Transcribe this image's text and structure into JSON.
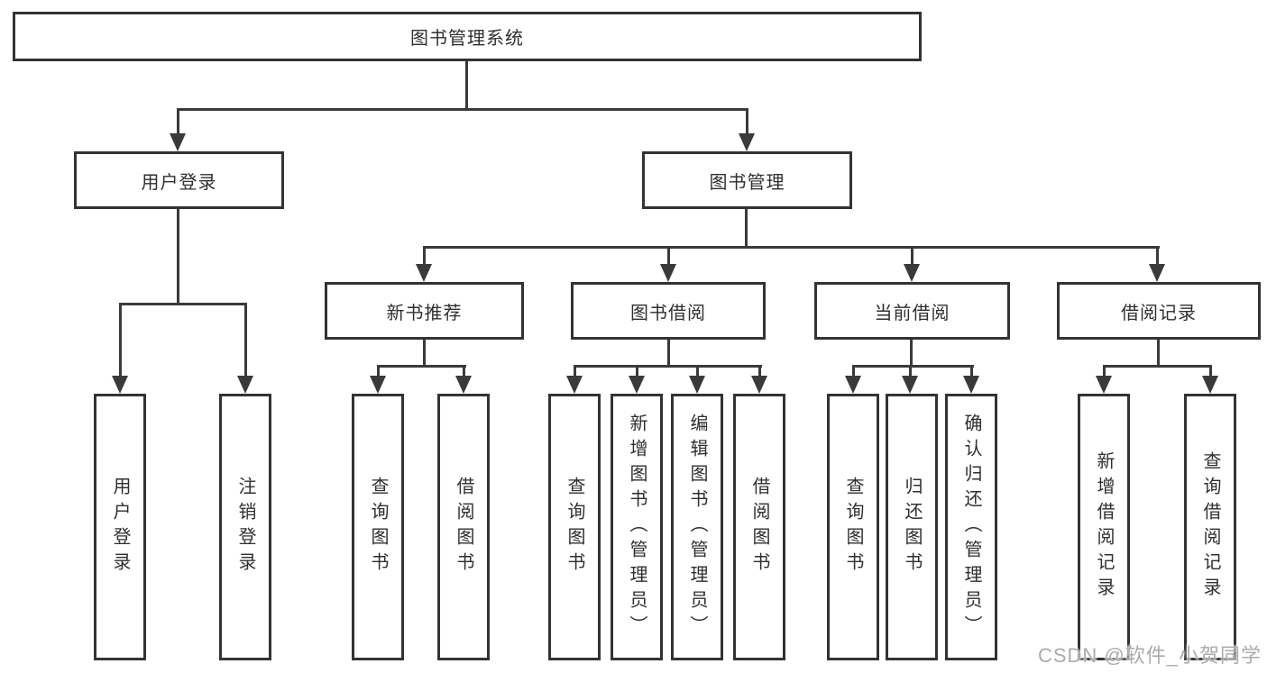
{
  "diagram": {
    "root": {
      "label": "图书管理系统"
    },
    "level2": [
      {
        "label": "用户登录"
      },
      {
        "label": "图书管理"
      }
    ],
    "level3": [
      {
        "label": "新书推荐"
      },
      {
        "label": "图书借阅"
      },
      {
        "label": "当前借阅"
      },
      {
        "label": "借阅记录"
      }
    ],
    "leaves": {
      "user_login": [
        {
          "label": "用户登录"
        },
        {
          "label": "注销登录"
        }
      ],
      "new_book_rec": [
        {
          "label": "查询图书"
        },
        {
          "label": "借阅图书"
        }
      ],
      "book_borrow": [
        {
          "label": "查询图书"
        },
        {
          "label": "新增图书（管理员）"
        },
        {
          "label": "编辑图书（管理员）"
        },
        {
          "label": "借阅图书"
        }
      ],
      "current_borrow": [
        {
          "label": "查询图书"
        },
        {
          "label": "归还图书"
        },
        {
          "label": "确认归还（管理员）"
        }
      ],
      "borrow_records": [
        {
          "label": "新增借阅记录"
        },
        {
          "label": "查询借阅记录"
        }
      ]
    },
    "colors": {
      "line": "#3a3a3a",
      "box_border": "#333333",
      "text": "#2f2f2f",
      "watermark": "#ababab",
      "background": "#ffffff"
    }
  },
  "watermark": {
    "text": "CSDN @软件_小贺同学"
  }
}
